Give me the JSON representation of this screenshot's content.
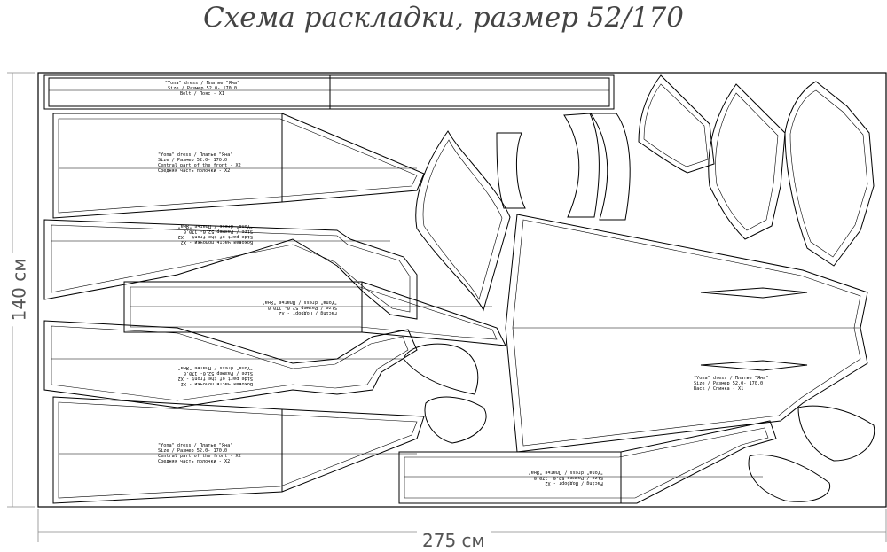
{
  "title": "Схема раскладки, размер 52/170",
  "width_label": "275 см",
  "height_label": "140 см",
  "pieces": {
    "belt": [
      "\"Yona\" dress / Платье \"Яна\"",
      "Size / Размер  52.0- 170.0",
      "Belt / Пояс - X1"
    ],
    "front_center": [
      "\"Yona\" dress / Платье \"Яна\"",
      "Size / Размер  52.0- 170.0",
      "Central part of the front - X2",
      "Средняя часть полочки - X2"
    ],
    "front_side": [
      "Боковая часть полочки - X2",
      "Side part of the front - X2",
      "Size / Размер  52.0- 170.0",
      "\"Yona\" dress / Платье \"Яна\""
    ],
    "facing": [
      "Facing / Подборт - X2",
      "Size / Размер  52.0- 170.0",
      "\"Yona\" dress / Платье \"Яна\""
    ],
    "back": [
      "\"Yona\" dress / Платье \"Яна\"",
      "Size / Размер  52.0- 170.0",
      "Back / Спинка - X1"
    ]
  }
}
